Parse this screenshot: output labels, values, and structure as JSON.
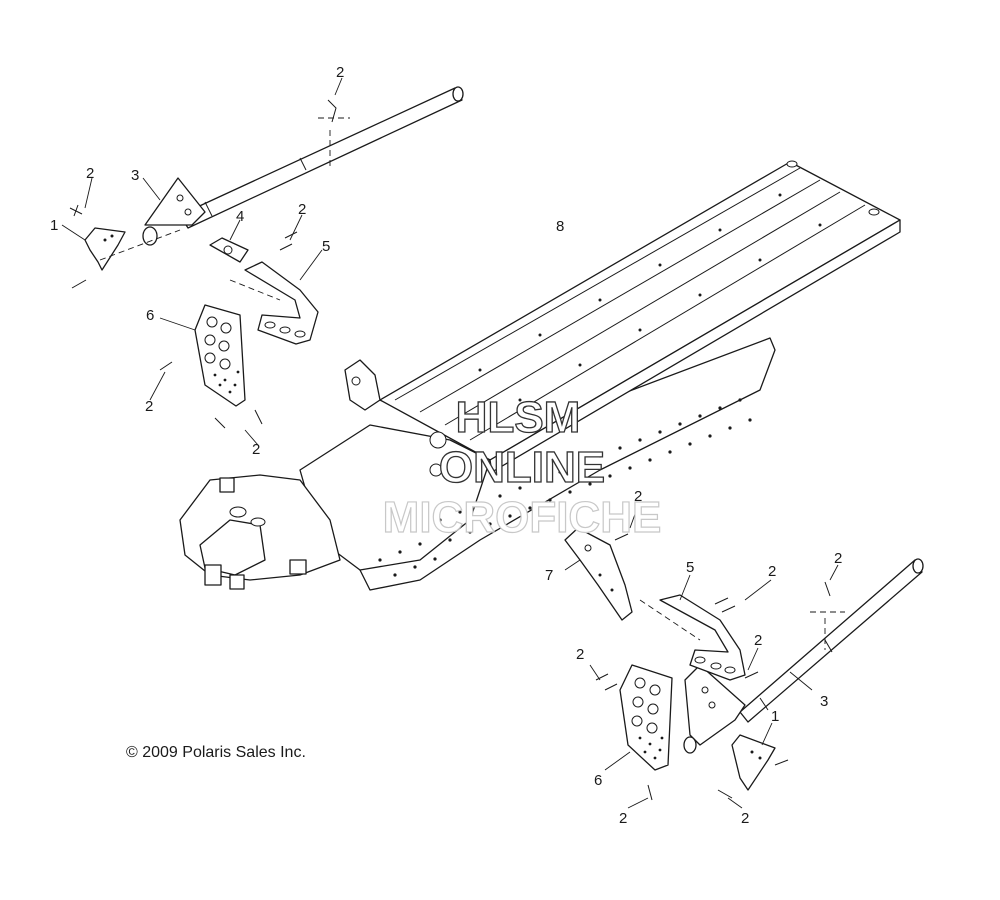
{
  "diagram": {
    "copyright": "© 2009 Polaris Sales Inc.",
    "watermark": {
      "line1": "HLSM",
      "line2": "ONLINE",
      "line3": "MICROFICHE"
    },
    "callouts": {
      "tl_2a": "2",
      "tl_2b": "2",
      "tl_3": "3",
      "tl_1": "1",
      "tl_4": "4",
      "tl_2c": "2",
      "tl_5": "5",
      "tl_6": "6",
      "tl_2d": "2",
      "tl_2e": "2",
      "center_8": "8",
      "br_2a": "2",
      "br_7": "7",
      "br_5": "5",
      "br_2b": "2",
      "br_2c": "2",
      "br_2d": "2",
      "br_2e": "2",
      "br_3": "3",
      "br_1": "1",
      "br_6": "6",
      "br_2f": "2",
      "br_2g": "2"
    }
  }
}
